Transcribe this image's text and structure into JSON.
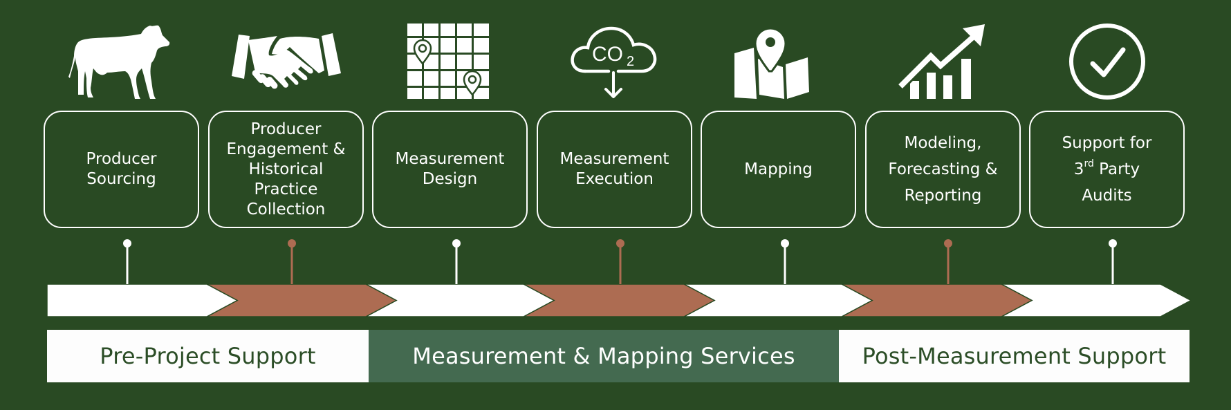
{
  "colors": {
    "background": "#294a23",
    "accent_white": "#ffffff",
    "accent_brown": "#ad6c52",
    "phase_mid": "#446a50",
    "phase_text_dark": "#2b4d26"
  },
  "steps": [
    {
      "label": "Producer\nSourcing",
      "icon": "cow-icon",
      "accent": "white"
    },
    {
      "label": "Producer\nEngagement &\nHistorical\nPractice\nCollection",
      "icon": "handshake-icon",
      "accent": "brown"
    },
    {
      "label": "Measurement\nDesign",
      "icon": "grid-map-pins-icon",
      "accent": "white"
    },
    {
      "label": "Measurement\nExecution",
      "icon": "co2-cloud-down-icon",
      "accent": "brown"
    },
    {
      "label": "Mapping",
      "icon": "map-pin-icon",
      "accent": "white"
    },
    {
      "label": "Modeling,\nForecasting &\nReporting",
      "icon": "growth-chart-icon",
      "accent": "brown"
    },
    {
      "label_parts": {
        "line1": "Support for",
        "num": "3",
        "sup": "rd",
        "rest": " Party",
        "line3": "Audits"
      },
      "icon": "check-circle-icon",
      "accent": "white"
    }
  ],
  "icon_texts": {
    "co2": "CO",
    "co2_sub": "2"
  },
  "phases": [
    {
      "label": "Pre-Project Support",
      "style": "light"
    },
    {
      "label": "Measurement & Mapping Services",
      "style": "dark"
    },
    {
      "label": "Post-Measurement Support",
      "style": "light"
    }
  ]
}
